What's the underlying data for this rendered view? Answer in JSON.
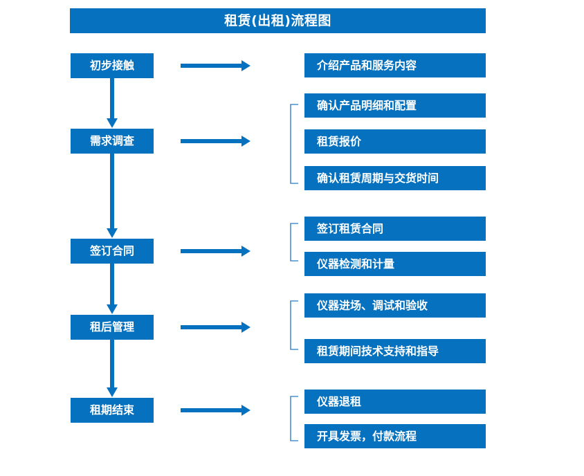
{
  "diagram": {
    "title": "租赁(出租)流程图",
    "colors": {
      "box_fill": "#0571bf",
      "box_text": "#ffffff",
      "arrow": "#0571bf",
      "bracket": "#4a8fd0",
      "background": "#ffffff"
    },
    "stages": [
      {
        "id": "stage-1",
        "label": "初步接触"
      },
      {
        "id": "stage-2",
        "label": "需求调查"
      },
      {
        "id": "stage-3",
        "label": "签订合同"
      },
      {
        "id": "stage-4",
        "label": "租后管理"
      },
      {
        "id": "stage-5",
        "label": "租期结束"
      }
    ],
    "details": [
      {
        "id": "detail-1",
        "label": "介绍产品和服务内容",
        "group": 1
      },
      {
        "id": "detail-2",
        "label": "确认产品明细和配置",
        "group": 2
      },
      {
        "id": "detail-3",
        "label": "租赁报价",
        "group": 2
      },
      {
        "id": "detail-4",
        "label": "确认租赁周期与交货时间",
        "group": 2
      },
      {
        "id": "detail-5",
        "label": "签订租赁合同",
        "group": 3
      },
      {
        "id": "detail-6",
        "label": "仪器检测和计量",
        "group": 3
      },
      {
        "id": "detail-7",
        "label": "仪器进场、调试和验收",
        "group": 4
      },
      {
        "id": "detail-8",
        "label": "租赁期间技术支持和指导",
        "group": 4
      },
      {
        "id": "detail-9",
        "label": "仪器退租",
        "group": 5
      },
      {
        "id": "detail-10",
        "label": "开具发票，付款流程",
        "group": 5
      }
    ],
    "connectors": {
      "horizontal_arrows": 5,
      "vertical_arrows": 4,
      "brackets": 4
    }
  }
}
